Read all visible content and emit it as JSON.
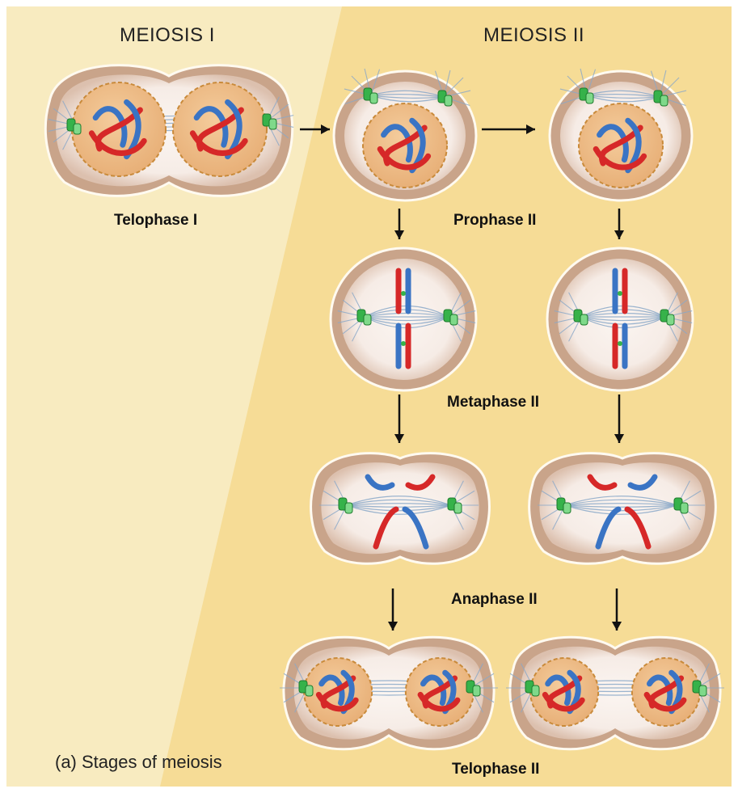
{
  "headers": {
    "meiosis_1": "MEIOSIS I",
    "meiosis_2": "MEIOSIS II"
  },
  "stages": {
    "telophase_1": "Telophase I",
    "prophase_2": "Prophase II",
    "metaphase_2": "Metaphase II",
    "anaphase_2": "Anaphase II",
    "telophase_2": "Telophase II"
  },
  "caption": "(a) Stages of meiosis",
  "colors": {
    "panel_left": "#f8ebc0",
    "panel_right": "#f6dc96",
    "cell_fill": "#c9a48a",
    "cell_inner": "#f6ece6",
    "nucleus": "#e8b078",
    "chromosome_maternal": "#d62828",
    "chromosome_paternal": "#3a74c4",
    "centrosome": "#36b24a",
    "spindle": "#8aa8c8"
  }
}
